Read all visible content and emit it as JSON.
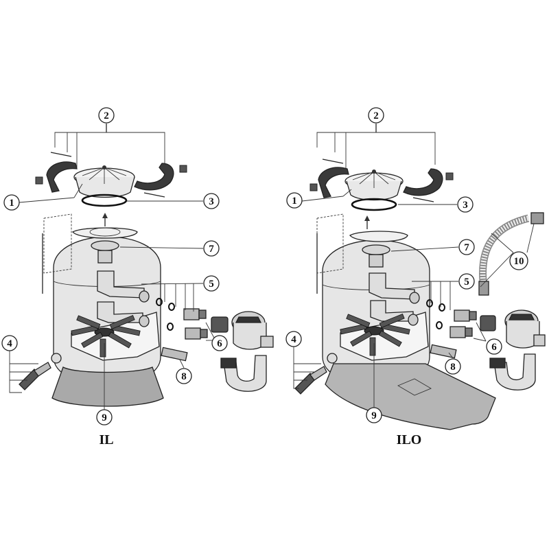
{
  "diagram": {
    "panels": [
      {
        "id": "il",
        "model_label": "IL",
        "callouts": [
          "1",
          "2",
          "3",
          "4",
          "5",
          "6",
          "7",
          "8",
          "9"
        ]
      },
      {
        "id": "ilo",
        "model_label": "ILO",
        "callouts": [
          "1",
          "2",
          "3",
          "4",
          "5",
          "6",
          "7",
          "8",
          "9",
          "10"
        ]
      }
    ],
    "colors": {
      "tank_body": "#e6e6e6",
      "tank_shade": "#cfcfcf",
      "base": "#a9a9a9",
      "dark_part": "#3a3a3a",
      "outline": "#222222",
      "background": "#ffffff"
    }
  }
}
